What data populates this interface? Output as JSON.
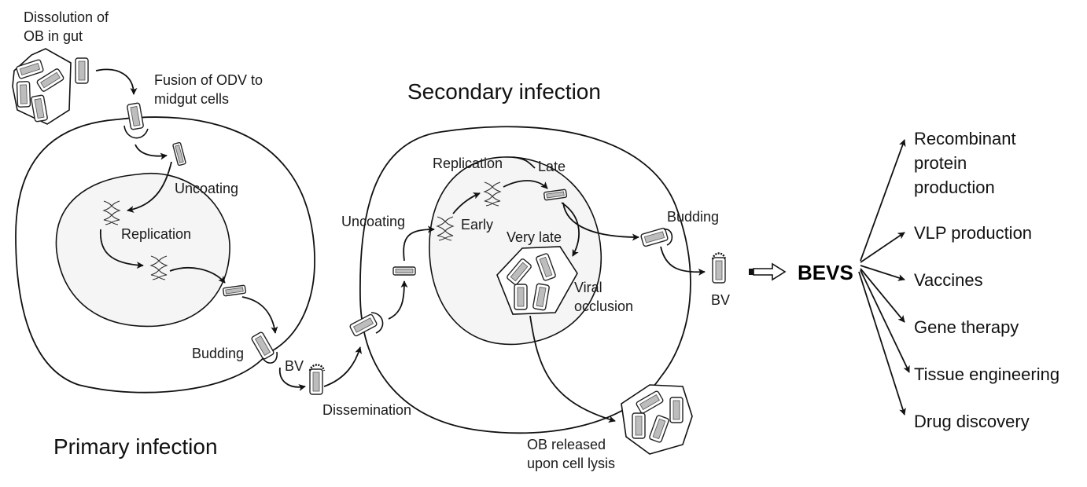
{
  "labels": {
    "dissolution": [
      "Dissolution of",
      "OB in gut"
    ],
    "fusion": [
      "Fusion of ODV to",
      "midgut cells"
    ],
    "uncoating_primary": "Uncoating",
    "replication_primary": "Replication",
    "budding_primary": "Budding",
    "bv_primary": "BV",
    "dissemination": "Dissemination",
    "primary_infection": "Primary infection",
    "secondary_infection": "Secondary infection",
    "uncoating_secondary": "Uncoating",
    "replication_secondary": "Replication",
    "late": "Late",
    "early": "Early",
    "very_late": "Very late",
    "viral_occlusion": [
      "Viral",
      "occlusion"
    ],
    "budding_secondary": "Budding",
    "bv_secondary": "BV",
    "ob_released": [
      "OB released",
      "upon cell lysis"
    ],
    "bevs": "BEVS"
  },
  "applications": [
    [
      "Recombinant",
      "protein",
      "production"
    ],
    [
      "VLP production"
    ],
    [
      "Vaccines"
    ],
    [
      "Gene therapy"
    ],
    [
      "Tissue engineering"
    ],
    [
      "Drug discovery"
    ]
  ]
}
